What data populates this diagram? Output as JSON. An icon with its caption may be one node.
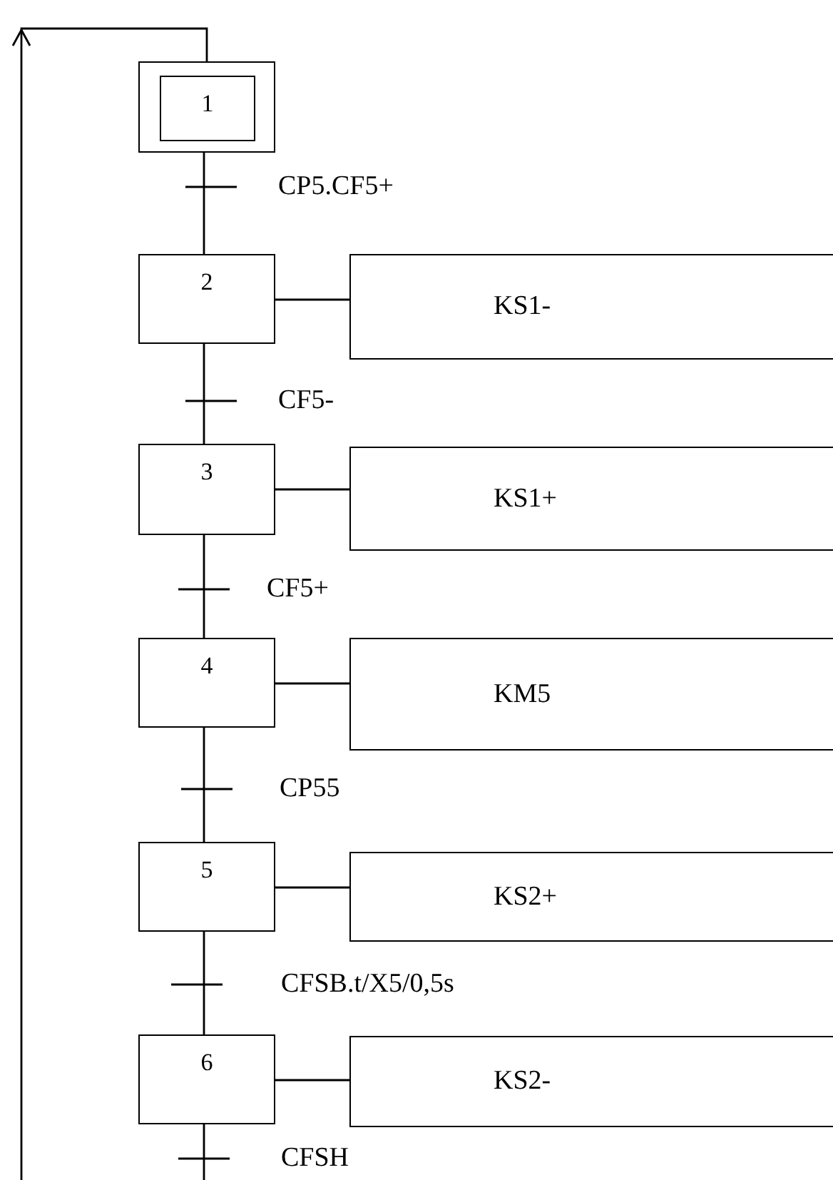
{
  "diagram": {
    "nodes": [
      {
        "text": [],
        "shape": "box"
      },
      {
        "text": [
          "1"
        ],
        "in": 0
      },
      {
        "text": [
          "2"
        ]
      },
      {
        "text": [
          "KS1-"
        ]
      },
      {
        "text": [
          "3"
        ]
      },
      {
        "text": [
          "KS1+"
        ]
      },
      {
        "text": [
          "4"
        ]
      },
      {
        "text": [
          "KM5"
        ]
      },
      {
        "text": [
          "5"
        ]
      },
      {
        "text": [
          "KS2+"
        ]
      },
      {
        "text": [
          "6"
        ]
      },
      {
        "text": [
          "KS2-"
        ]
      }
    ],
    "edges": [
      {
        "from": 0,
        "to": 2,
        "arrow": "none",
        "label": "CP5.CF5+"
      },
      {
        "from": 2,
        "to": 4,
        "arrow": "none",
        "label": "CF5-"
      },
      {
        "from": 4,
        "to": 6,
        "arrow": "none",
        "label": "CF5+"
      },
      {
        "from": 6,
        "to": 8,
        "arrow": "none",
        "label": "CP55"
      },
      {
        "from": 8,
        "to": 10,
        "arrow": "none",
        "label": "CFSB.t/X5/0,5s"
      },
      {
        "from": 10,
        "to": 0,
        "arrow": "to",
        "label": "CFSH"
      },
      {
        "from": 2,
        "to": 3,
        "arrow": "none"
      },
      {
        "from": 4,
        "to": 5,
        "arrow": "none"
      },
      {
        "from": 6,
        "to": 7,
        "arrow": "none"
      },
      {
        "from": 8,
        "to": 9,
        "arrow": "none"
      },
      {
        "from": 10,
        "to": 11,
        "arrow": "none"
      }
    ]
  }
}
